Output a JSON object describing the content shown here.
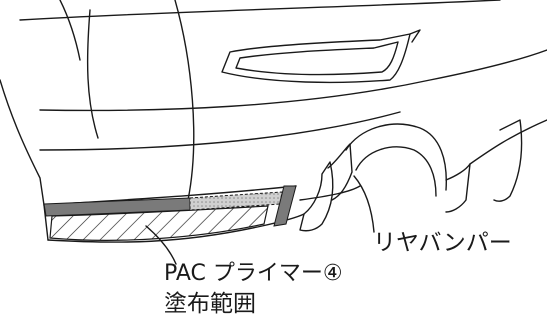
{
  "labels": {
    "bumper": "リヤバンパー",
    "primer": "PAC プライマー④",
    "area": "塗布範囲"
  },
  "colors": {
    "line": "#1a1a1a",
    "primer_band": "#7a7a7a",
    "primer_band_light": "#bdbdbd",
    "background": "#ffffff"
  }
}
